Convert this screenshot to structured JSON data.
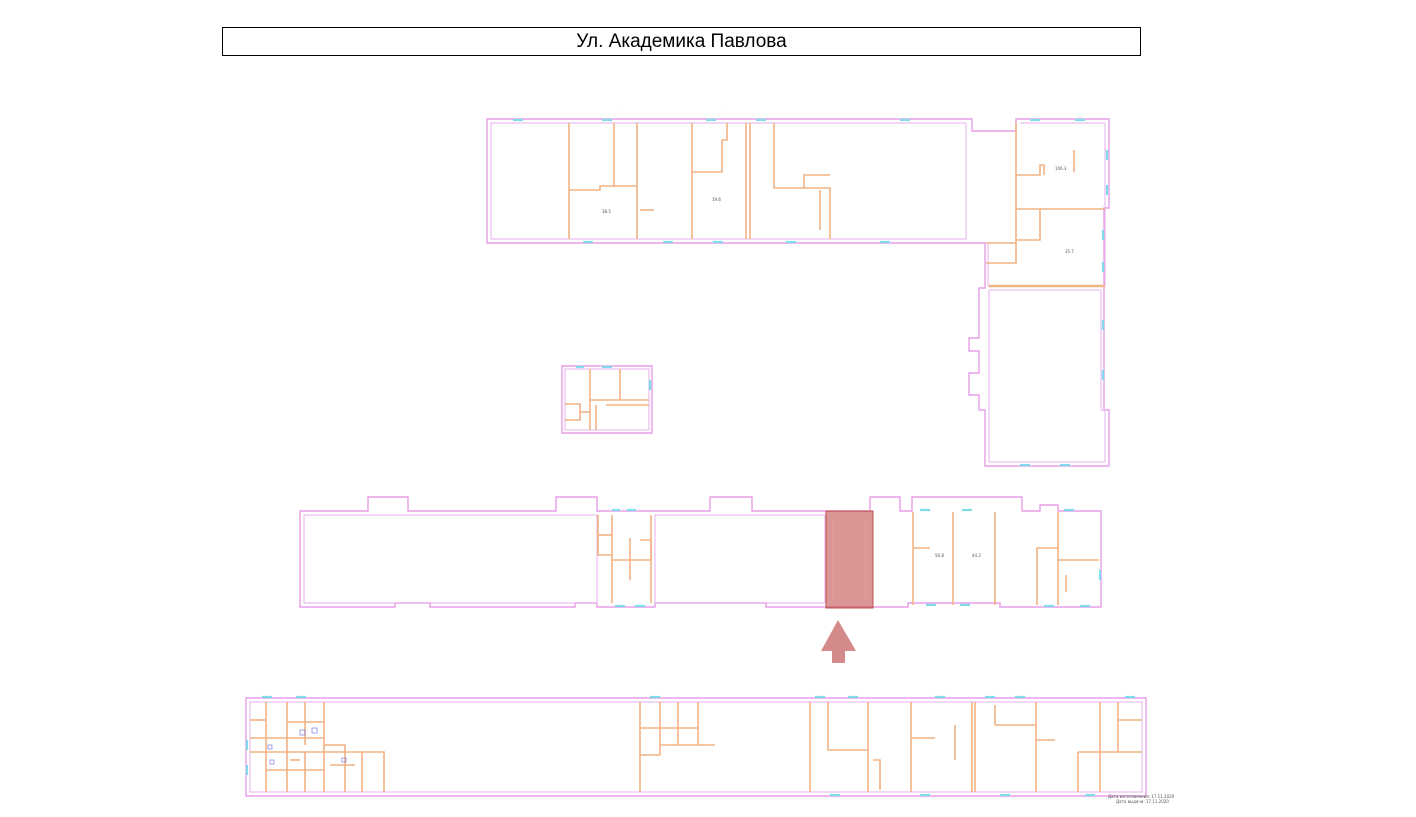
{
  "header": {
    "street_name": "Ул. Академика Павлова"
  },
  "plan": {
    "highlight_color": "#c0504d",
    "arrow_color": "#d48a8a",
    "wall_color": "#e79ee8",
    "partition_color": "#f0b384",
    "window_color": "#7fdcea",
    "room_labels": {
      "a": "38.5",
      "b": "19.6",
      "c": "106.3",
      "d": "35.7",
      "e": "56.8",
      "f": "44.2"
    },
    "stamp_line1": "Дата изготовления: 17.11.2020",
    "stamp_line2": "Дата выдачи: 17.11.2020"
  }
}
